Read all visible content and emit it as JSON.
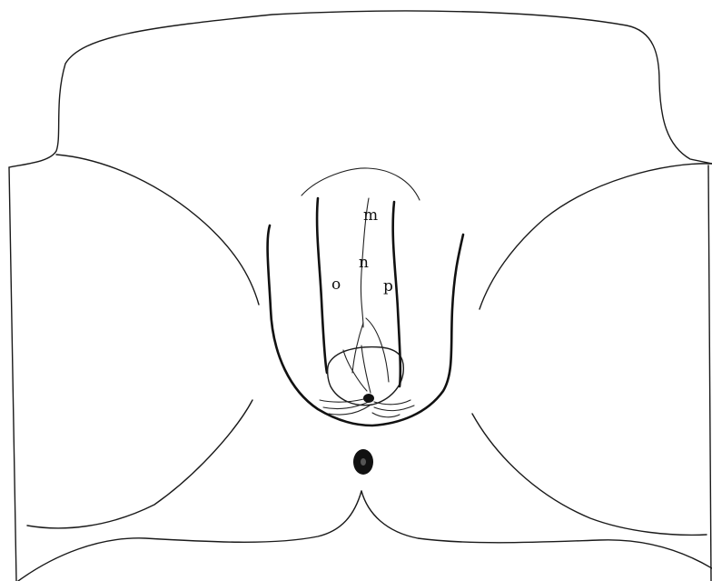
{
  "diagram": {
    "labels": {
      "m": "m",
      "n": "n",
      "o": "o",
      "p": "p"
    },
    "colors": {
      "line": "#1a1a1a",
      "background": "#ffffff"
    }
  }
}
